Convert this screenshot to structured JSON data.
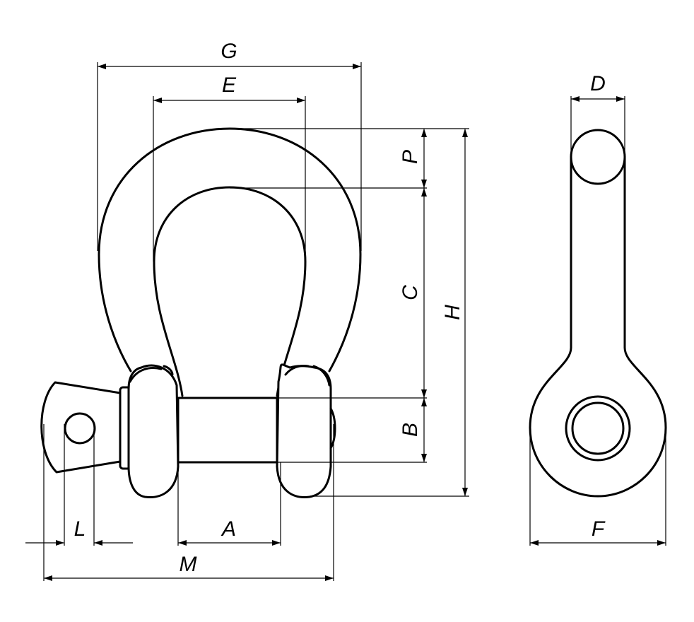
{
  "labels": {
    "G": "G",
    "E": "E",
    "D": "D",
    "P": "P",
    "C": "C",
    "H": "H",
    "B": "B",
    "L": "L",
    "A": "A",
    "M": "M",
    "F": "F"
  },
  "colors": {
    "line": "#000000",
    "background": "#ffffff"
  }
}
